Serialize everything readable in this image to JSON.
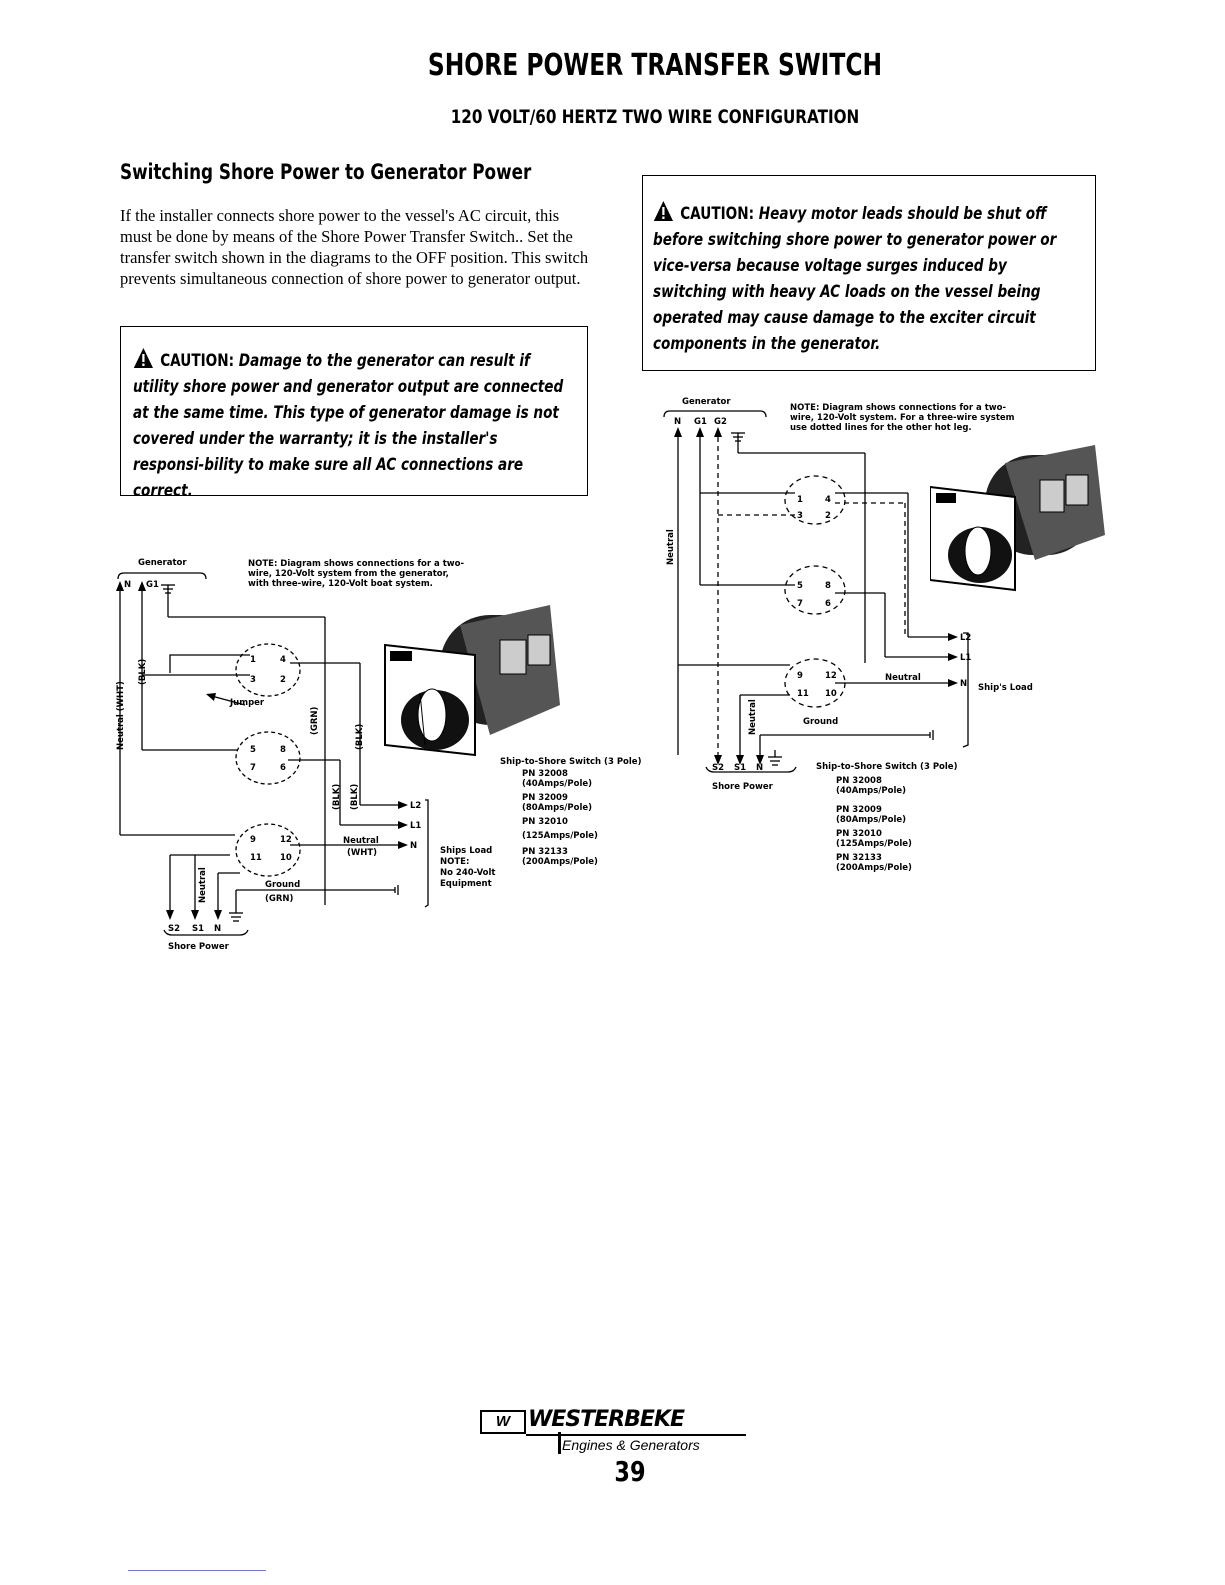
{
  "header": {
    "title": "SHORE POWER TRANSFER SWITCH",
    "subtitle": "120 VOLT/60 HERTZ TWO WIRE CONFIGURATION"
  },
  "section": {
    "heading": "Switching Shore Power to Generator Power",
    "body": "If the installer connects shore power to the vessel's AC circuit, this must be done by means of the Shore Power Transfer Switch.. Set the transfer switch shown in the diagrams to the OFF position. This switch prevents simultaneous connection of shore power to generator output."
  },
  "caution_left": {
    "lead": "CAUTION:",
    "text": "Damage to the generator can result if utility shore power and generator output are connected at the same time. This type of generator damage is not covered under the warranty; it is the installer's responsi-bility to make sure all AC connections are correct."
  },
  "caution_right": {
    "lead": "CAUTION:",
    "text": "Heavy motor leads should be shut off before switching shore power to generator power or vice-versa because voltage surges induced by switching with heavy AC loads on the vessel being operated may cause damage to the exciter circuit components in the generator."
  },
  "diagram_left": {
    "generator_label": "Generator",
    "gen_terms": [
      "N",
      "G1"
    ],
    "note": [
      "NOTE: Diagram shows connections for a two-",
      "wire, 120-Volt system from the generator,",
      "with three-wire, 120-Volt boat system."
    ],
    "wire_labels": [
      "Neutral (WHT)",
      "(BLK)",
      "(BLK)",
      "(GRN)",
      "(BLK)",
      "(BLK)",
      "Neutral"
    ],
    "jumper": "Jumper",
    "neutral_wht": [
      "Neutral",
      "(WHT)"
    ],
    "ground_grn": [
      "Ground",
      "(GRN)"
    ],
    "load_terms": [
      "L2",
      "L1",
      "N"
    ],
    "ships_load": [
      "Ships Load",
      "NOTE:",
      "No 240-Volt",
      "Equipment"
    ],
    "switch_title": "Ship-to-Shore Switch (3 Pole)",
    "part_numbers": [
      "PN 32008",
      "(40Amps/Pole)",
      "PN 32009",
      "(80Amps/Pole)",
      "PN 32010",
      "(125Amps/Pole)",
      "PN 32133",
      "(200Amps/Pole)"
    ],
    "shore_terms": [
      "S2",
      "S1",
      "N"
    ],
    "shore_label": "Shore Power",
    "contacts": [
      "1",
      "4",
      "3",
      "2",
      "5",
      "8",
      "7",
      "6",
      "9",
      "12",
      "11",
      "10"
    ]
  },
  "diagram_right": {
    "generator_label": "Generator",
    "gen_terms": [
      "N",
      "G1",
      "G2"
    ],
    "note": [
      "NOTE: Diagram shows connections for a two-",
      "wire, 120-Volt system. For a three-wire system",
      "use dotted lines for the other hot leg."
    ],
    "neutral_vert": "Neutral",
    "neutral_vert2": "Neutral",
    "neutral": "Neutral",
    "ground": "Ground",
    "load_terms": [
      "L2",
      "L1",
      "N"
    ],
    "ships_load": "Ship's Load",
    "switch_title": "Ship-to-Shore Switch (3 Pole)",
    "part_numbers": [
      "PN 32008",
      "(40Amps/Pole)",
      "PN 32009",
      "(80Amps/Pole)",
      "PN 32010",
      "(125Amps/Pole)",
      "PN 32133",
      "(200Amps/Pole)"
    ],
    "shore_terms": [
      "S2",
      "S1",
      "N"
    ],
    "shore_label": "Shore Power",
    "contacts": [
      "1",
      "4",
      "3",
      "2",
      "5",
      "8",
      "7",
      "6",
      "9",
      "12",
      "11",
      "10"
    ]
  },
  "footer": {
    "logo_mark": "W",
    "brand": "WESTERBEKE",
    "tagline": "Engines & Generators",
    "page_number": "39"
  }
}
